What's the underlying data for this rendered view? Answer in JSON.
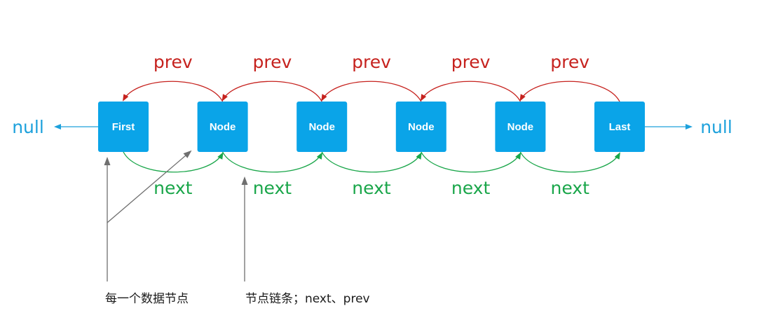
{
  "colors": {
    "node_fill": "#0aa4e8",
    "prev": "#c6221e",
    "next": "#1aa64a",
    "null": "#1da1dc",
    "annotation": "#6f6f6f"
  },
  "nodes": [
    {
      "label": "First"
    },
    {
      "label": "Node"
    },
    {
      "label": "Node"
    },
    {
      "label": "Node"
    },
    {
      "label": "Node"
    },
    {
      "label": "Last"
    }
  ],
  "links": {
    "prev_label": "prev",
    "next_label": "next"
  },
  "null_left": "null",
  "null_right": "null",
  "annotations": {
    "data_node": "每一个数据节点",
    "node_chain": "节点链条；next、prev"
  }
}
